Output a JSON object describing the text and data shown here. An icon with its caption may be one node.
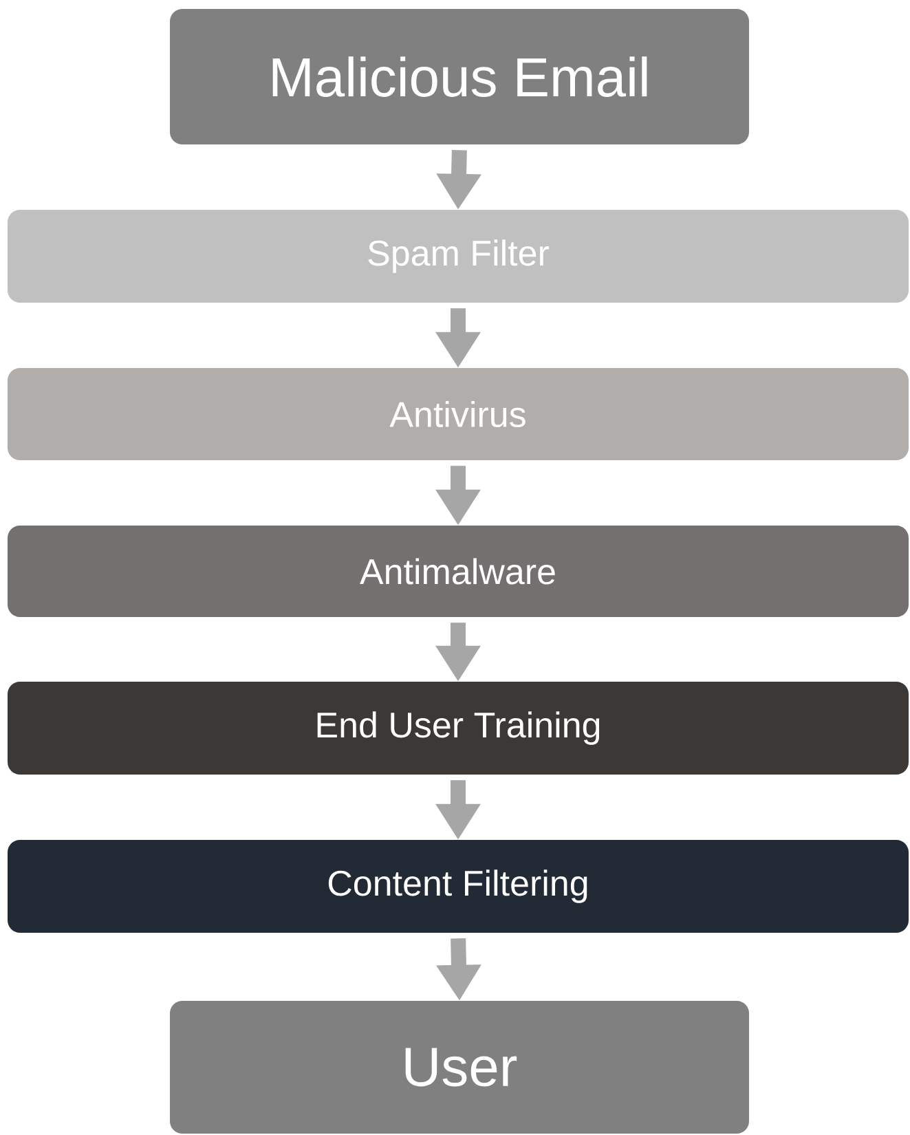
{
  "diagram": {
    "nodes": [
      {
        "text": [
          "Malicious Email"
        ]
      },
      {
        "text": [
          "Spam Filter"
        ]
      },
      {
        "text": [
          "Antivirus"
        ]
      },
      {
        "text": [
          "Antimalware"
        ]
      },
      {
        "text": [
          "End User Training"
        ]
      },
      {
        "text": [
          "Content Filtering"
        ]
      },
      {
        "text": [
          "User"
        ]
      }
    ],
    "edges": [
      {
        "from": 0,
        "to": 1,
        "arrow": "to"
      },
      {
        "from": 1,
        "to": 2,
        "arrow": "to"
      },
      {
        "from": 2,
        "to": 3,
        "arrow": "to"
      },
      {
        "from": 3,
        "to": 4,
        "arrow": "to"
      },
      {
        "from": 4,
        "to": 5,
        "arrow": "to"
      },
      {
        "from": 5,
        "to": 6,
        "arrow": "to"
      }
    ]
  }
}
